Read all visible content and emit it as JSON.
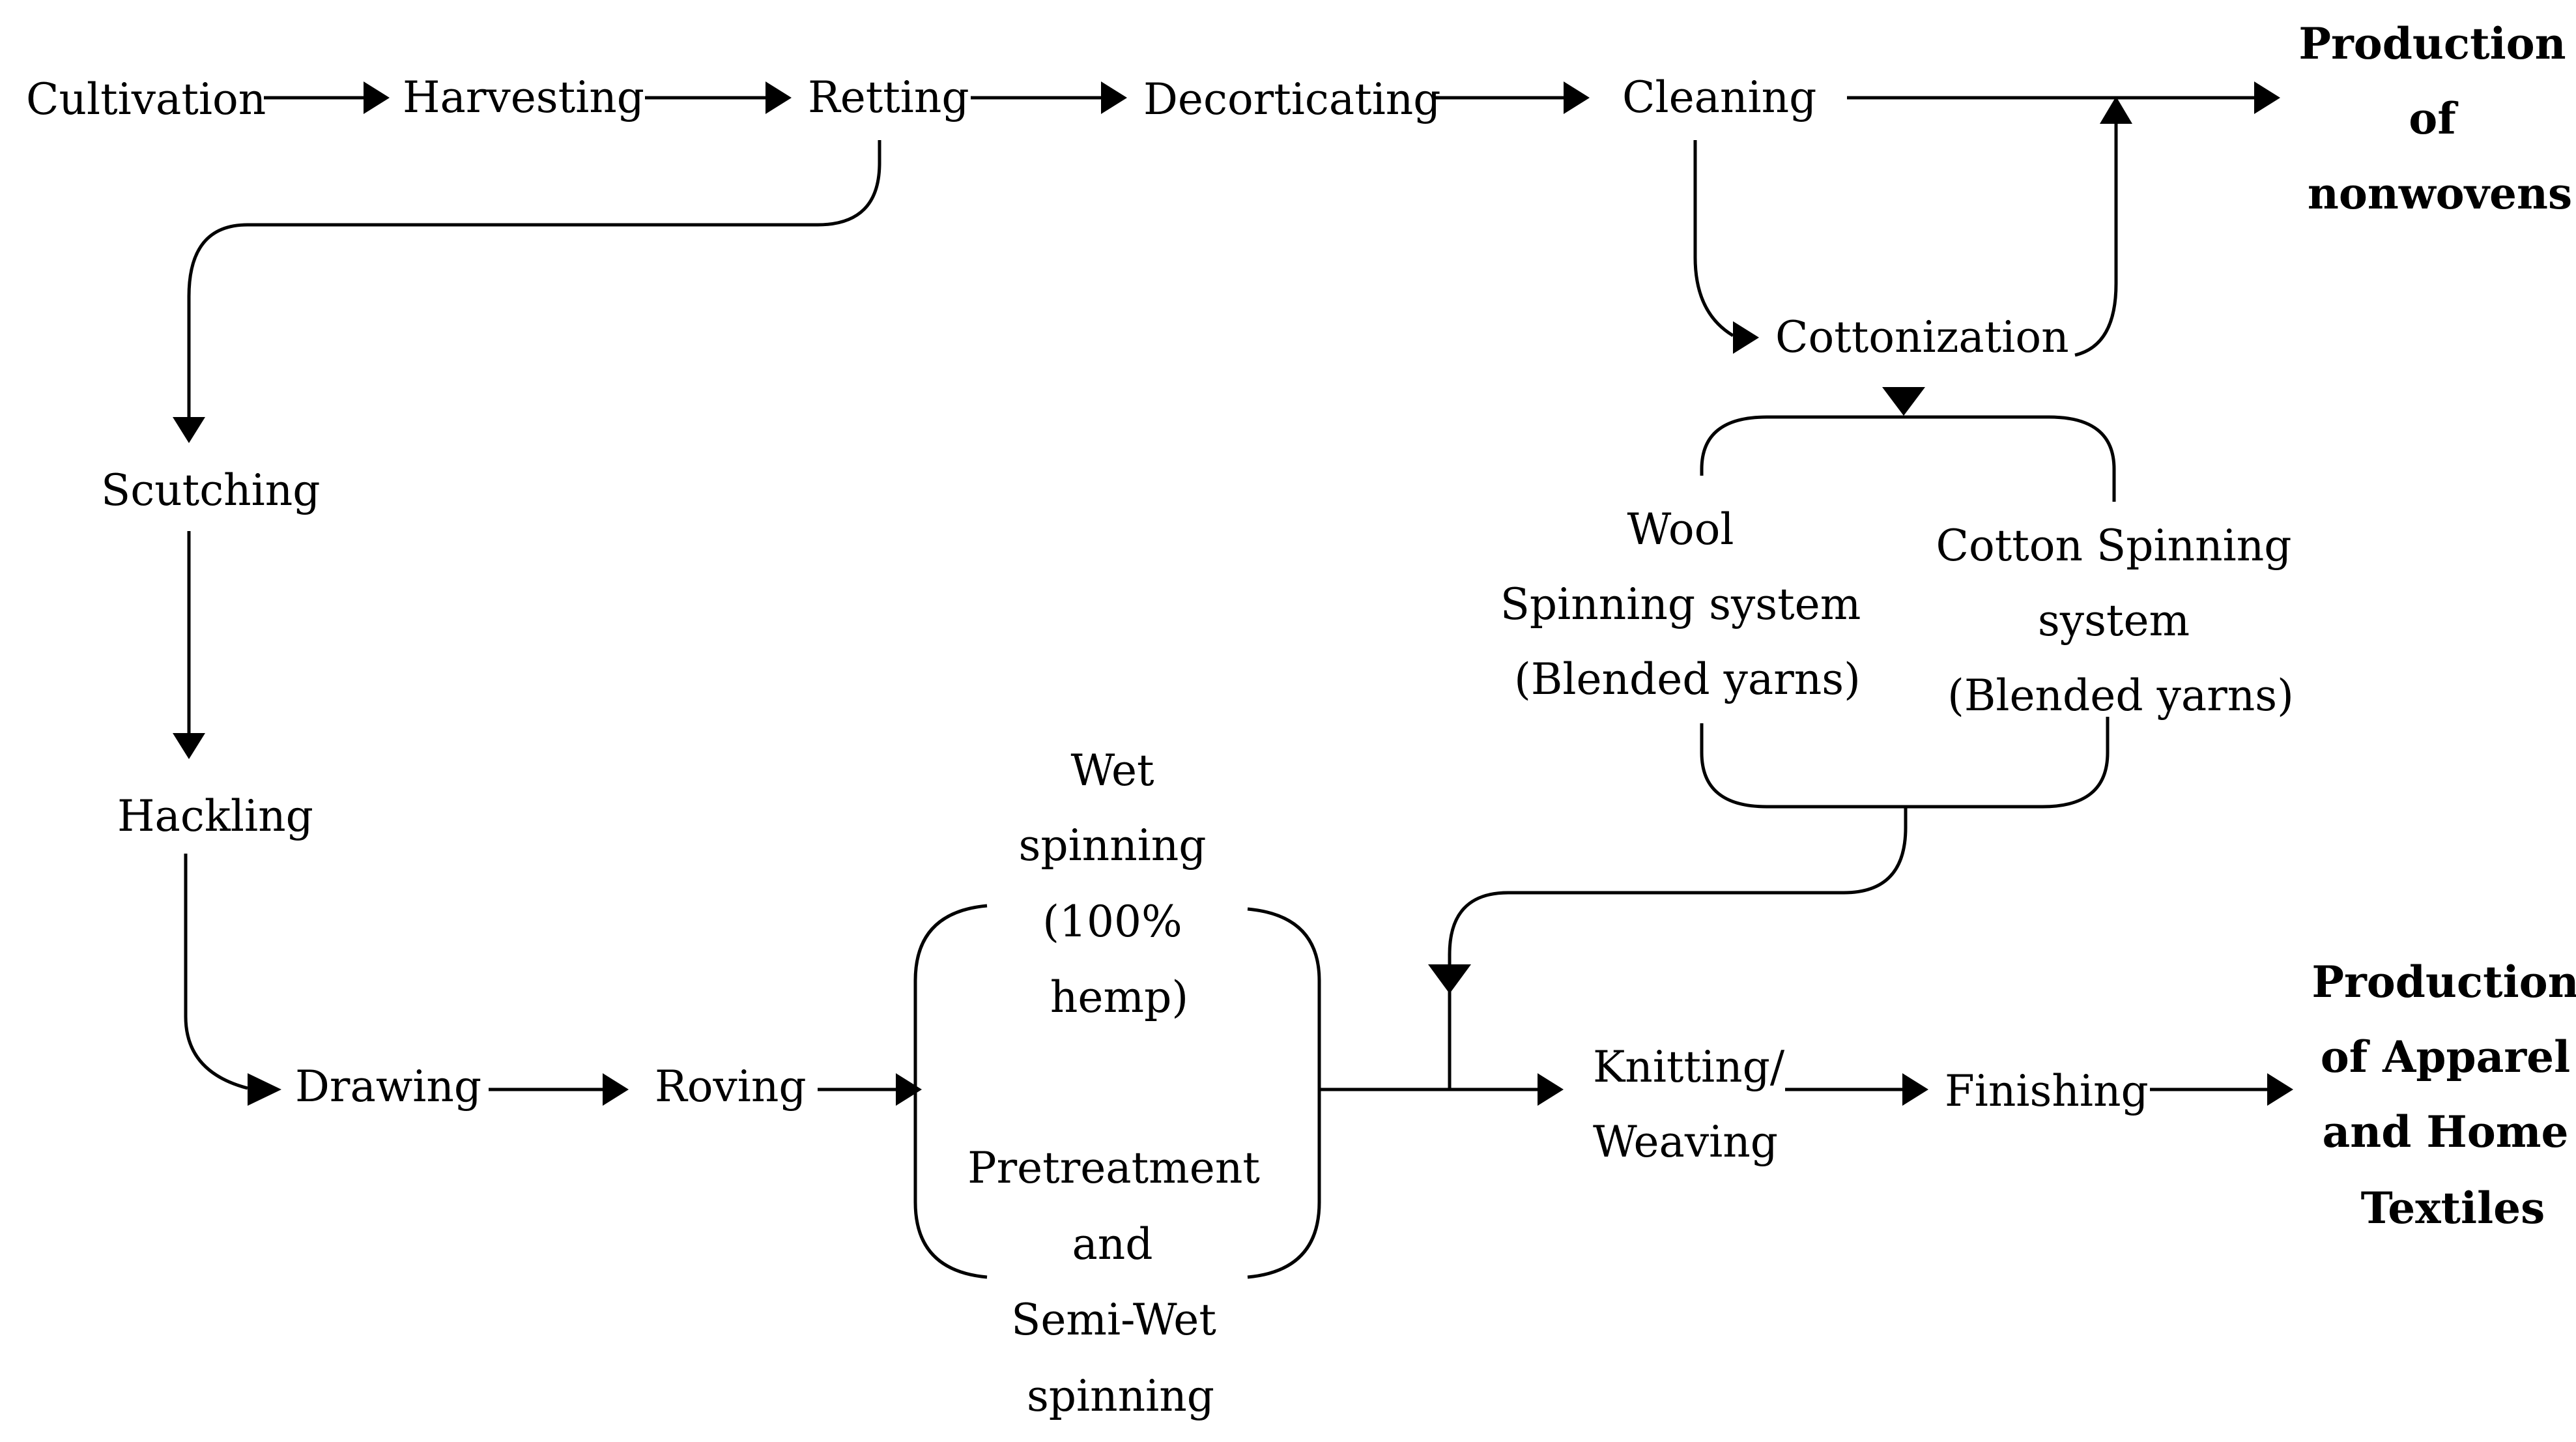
{
  "nodes": {
    "cultivation": "Cultivation",
    "harvesting": "Harvesting",
    "retting": "Retting",
    "decorticating": "Decorticating",
    "cleaning": "Cleaning",
    "cottonization": "Cottonization",
    "scutching": "Scutching",
    "hackling": "Hackling",
    "drawing": "Drawing",
    "roving": "Roving",
    "wool_spinning": [
      "Wool",
      "Spinning system",
      "(Blended yarns)"
    ],
    "cotton_spinning": [
      "Cotton Spinning",
      "system",
      "(Blended yarns)"
    ],
    "wet_spinning": [
      "Wet",
      "spinning",
      "(100%",
      "hemp)"
    ],
    "pretreatment": [
      "Pretreatment",
      "and",
      "Semi-Wet",
      "spinning"
    ],
    "knitting_weaving": [
      "Knitting/",
      "Weaving"
    ],
    "finishing": "Finishing"
  },
  "outputs": {
    "nonwovens": [
      "Production",
      "of",
      "nonwovens"
    ],
    "apparel": [
      "Production",
      "of Apparel",
      "and Home",
      "Textiles"
    ]
  }
}
